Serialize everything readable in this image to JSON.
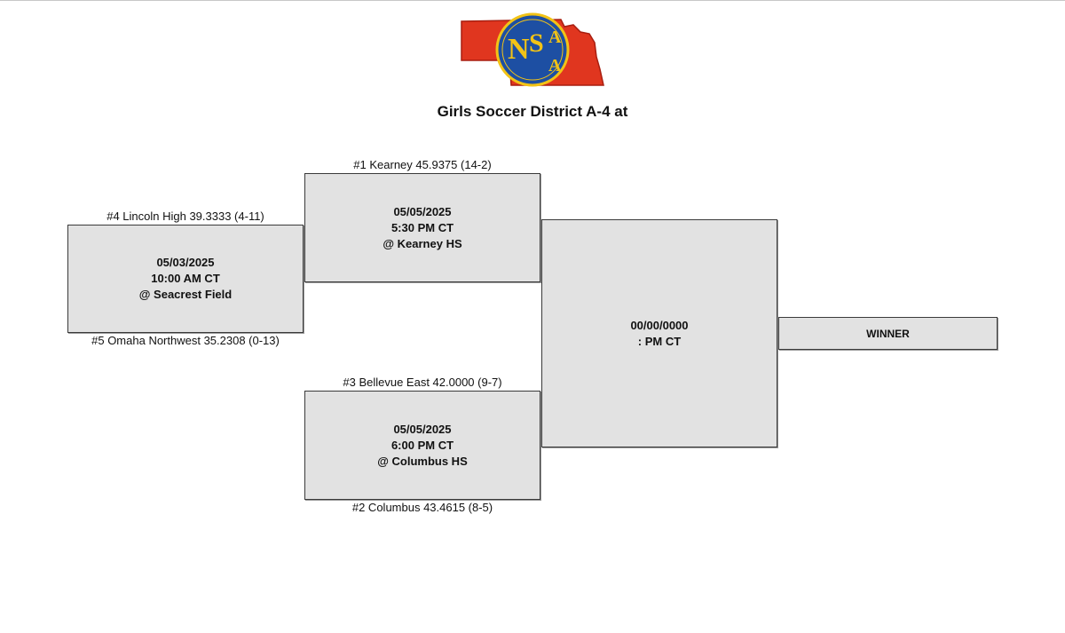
{
  "header": {
    "logo_text": "NSAA",
    "title": "Girls Soccer District A-4 at"
  },
  "bracket": {
    "game1": {
      "top_team": "#4 Lincoln High 39.3333 (4-11)",
      "bottom_team": "#5 Omaha Northwest 35.2308 (0-13)",
      "date": "05/03/2025",
      "time": "10:00 AM CT",
      "location": "@ Seacrest Field"
    },
    "game2": {
      "top_team": "#1 Kearney 45.9375 (14-2)",
      "date": "05/05/2025",
      "time": "5:30 PM CT",
      "location": "@ Kearney HS"
    },
    "game3": {
      "top_team": "#3 Bellevue East 42.0000 (9-7)",
      "bottom_team": "#2 Columbus 43.4615 (8-5)",
      "date": "05/05/2025",
      "time": "6:00 PM CT",
      "location": "@ Columbus HS"
    },
    "final": {
      "date": "00/00/0000",
      "time": ": PM CT"
    },
    "winner_label": "WINNER"
  },
  "colors": {
    "box_fill": "#e2e2e2",
    "box_border": "#3a3a3a",
    "logo_red": "#e0361f",
    "logo_blue": "#1d4fa3",
    "logo_gold": "#f2c316"
  }
}
